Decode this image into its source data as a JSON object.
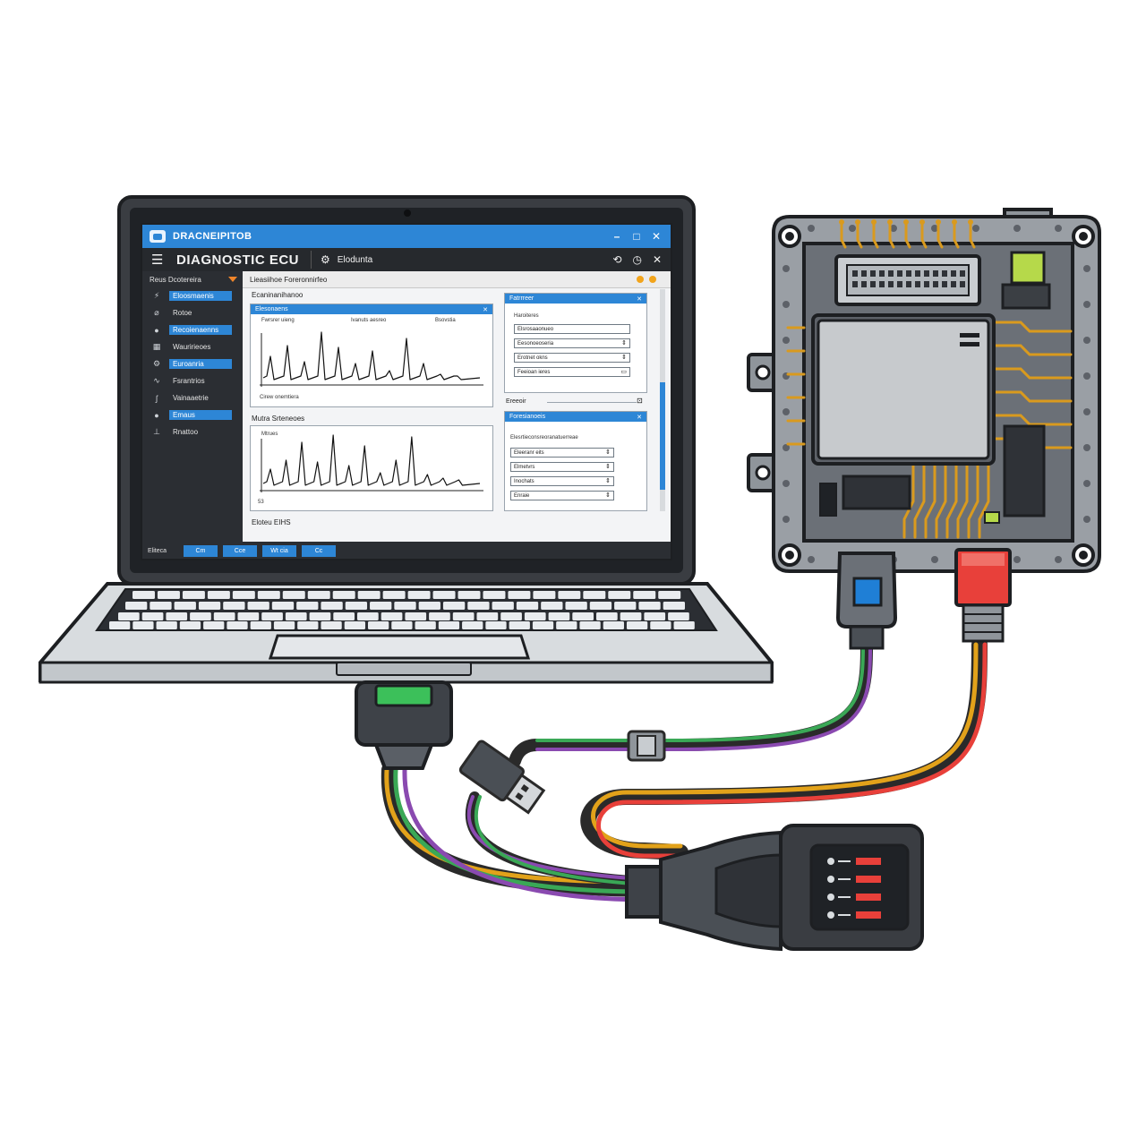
{
  "titlebar": {
    "title": "DRACNEIPITOB",
    "controls": [
      "–",
      "□",
      "✕"
    ]
  },
  "app_header": {
    "title": "DIAGNOSTIC ECU",
    "subtitle": "Elodunta",
    "controls": [
      "⟲",
      "◷",
      "✕"
    ]
  },
  "sidebar": {
    "heading": "Reus Dcotereira",
    "items": [
      {
        "label": "Eloosmaenis",
        "icon": "chart-icon",
        "glyph": "⚡",
        "active": true
      },
      {
        "label": "Rotoe",
        "icon": "gauge-icon",
        "glyph": "⌀",
        "active": false
      },
      {
        "label": "Recoienaenns",
        "icon": "pin-icon",
        "glyph": "●",
        "active": true
      },
      {
        "label": "Wauririeoes",
        "icon": "grid-icon",
        "glyph": "▦",
        "active": false
      },
      {
        "label": "Euroanria",
        "icon": "gear-icon",
        "glyph": "⚙",
        "active": true
      },
      {
        "label": "Fsrantrios",
        "icon": "graph-icon",
        "glyph": "∿",
        "active": false
      },
      {
        "label": "Vainaaetrie",
        "icon": "wave-icon",
        "glyph": "ʃ",
        "active": false
      },
      {
        "label": "Emaus",
        "icon": "bell-icon",
        "glyph": "●",
        "active": true
      },
      {
        "label": "Rnattoo",
        "icon": "user-icon",
        "glyph": "⊥",
        "active": false
      }
    ]
  },
  "content": {
    "header": "Lieasiihoe Foreronnirfeo",
    "section1_label": "Ecaninanihanoo",
    "chart1": {
      "panel_title": "Elesonaens",
      "legend": [
        "Fwrsrer uieng",
        "Ivanuts aesreo",
        "Bsovstia"
      ],
      "axis_label": "Cirew onemtiera"
    },
    "section2_label": "Mutra Srteneoes",
    "chart2": {
      "legend_title": "Mtrues",
      "tick_label": "53"
    },
    "footer_label": "Eloteu EIHS",
    "side_panel1": {
      "title": "Fatrrreer",
      "group_label": "Haroiteres",
      "fields": [
        "Elsrosaaonueo",
        "Eesonoeoseria",
        "Erotnet okns",
        "Feeioan ieres"
      ]
    },
    "divider_label": "Ereeoir",
    "side_panel2": {
      "title": "Foresianoeis",
      "group_label": "Elesrtieconsreoranatuerreae",
      "fields": [
        "Eleeranr eits",
        "Elmetvrs",
        "Inochats",
        "Enraie"
      ]
    }
  },
  "statusbar": {
    "status": "Eliteca",
    "tabs": [
      "Cm",
      "Cce",
      "Wt   cia",
      "Cc"
    ]
  },
  "colors": {
    "accent": "#2d86d6",
    "app_dark": "#26292d",
    "ecu_board": "#6b7077",
    "trace_gold": "#d99a1e",
    "chip_green": "#b6d94a",
    "connector_blue": "#1f7fd6",
    "connector_red": "#e8403a",
    "connector_green": "#3cc05a"
  }
}
